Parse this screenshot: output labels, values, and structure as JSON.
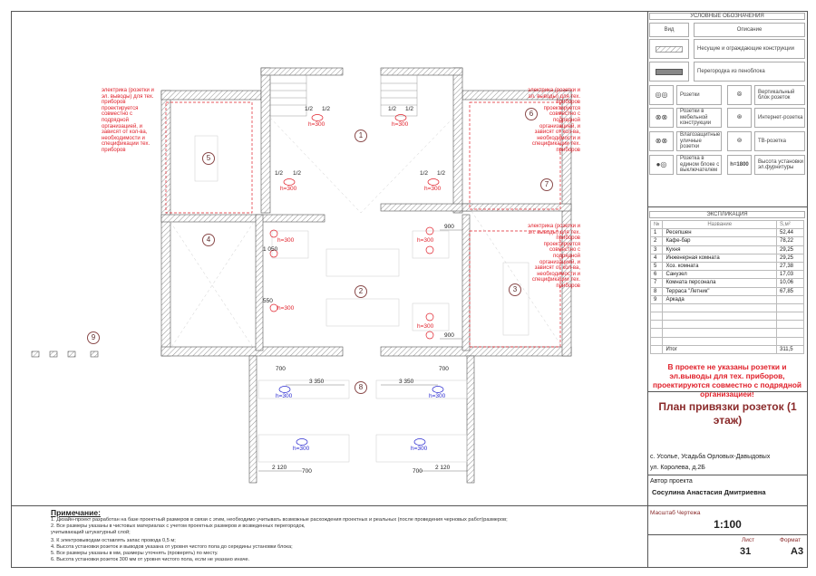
{
  "legend": {
    "title": "УСЛОВНЫЕ ОБОЗНАЧЕНИЯ",
    "col_view": "Вид",
    "col_desc": "Описание",
    "rows": [
      "Несущие и ограждающие конструкции",
      "Перегородка из пеноблока"
    ],
    "symbols": [
      {
        "label": "Розетки",
        "icon": "socket-icon",
        "color": "#e0202a"
      },
      {
        "label": "Вертикальный блок розеток",
        "icon": "vertical-socket-block-icon",
        "color": "#e0202a"
      },
      {
        "label": "Розетки в мебельной конструкции",
        "icon": "furniture-socket-icon",
        "color": "#e0202a"
      },
      {
        "label": "Интернет-розетка",
        "icon": "internet-socket-icon",
        "color": "#e0202a"
      },
      {
        "label": "Влагозащитные уличные розетки",
        "icon": "outdoor-socket-icon",
        "color": "#2a2ad0"
      },
      {
        "label": "ТВ-розетка",
        "icon": "tv-socket-icon",
        "color": "#e0202a"
      },
      {
        "label": "Розетка в едином блоке с выключателем",
        "icon": "socket-switch-icon",
        "color": "#e0202a"
      },
      {
        "label": "Высота установки эл.фурнитуры",
        "sample": "h=1800"
      }
    ]
  },
  "explication": {
    "title": "ЭКСПЛИКАЦИЯ",
    "headers": [
      "№",
      "Название",
      "S,м²"
    ],
    "rows": [
      [
        "1",
        "Ресепшен",
        "52,44"
      ],
      [
        "2",
        "Кафе-бар",
        "78,22"
      ],
      [
        "3",
        "Кухня",
        "29,25"
      ],
      [
        "4",
        "Инженерная комната",
        "29,25"
      ],
      [
        "5",
        "Хоз. комната",
        "27,38"
      ],
      [
        "6",
        "Санузел",
        "17,03"
      ],
      [
        "7",
        "Комната персонала",
        "10,06"
      ],
      [
        "8",
        "Терраса \"Летник\"",
        "67,85"
      ],
      [
        "9",
        "Аркада",
        ""
      ]
    ],
    "total_label": "Итог",
    "total_value": "311,5"
  },
  "warning": "В проекте не указаны розетки и эл.выводы для тех. приборов, проектируются совместно с подрядной организацией!",
  "title_block": {
    "title": "План привязки розеток (1 этаж)",
    "address1": "с. Усолье, Усадьба Орловых-Давыдовых",
    "address2": "ул. Королева, д.2Б",
    "author_label": "Автор проекта",
    "author": "Сосулина Анастасия Дмитриевна",
    "scale_label": "Масштаб Чертежа",
    "scale": "1:100",
    "sheet_label": "Лист",
    "sheet": "31",
    "format_label": "Формат",
    "format": "А3"
  },
  "notes": {
    "title": "Примечание:",
    "lines": [
      "1. Дизайн-проект разработан на базе проектный размеров в связи с этим, необходимо учитывать возможные расхождения проектных и реальных (после проведения черновых работ)размеров;",
      "2. Все размеры указаны в чистовых материалах с учетом проектных размеров и возведенных перегородок,",
      "учитывающий штукатурный слой;",
      "3. К электровыводам оставлять запас провода 0,5 м;",
      "4. Высота установки розеток и выводов указана от уровня чистого пола до середины установки блока;",
      "5. Все размеры указаны в мм, размеры уточнять (проверять) по месту.",
      "6. Высота установки розеток 300 мм от уровня чистого пола, если не указано иначе."
    ]
  },
  "plan": {
    "annotation": "электрика (розетки и эл. выводы) для тех. приборов проектируется совместно с подрядной организацией, и зависят от кол-ва, необходимости и спецификации тех. приборов",
    "rooms": [
      "1",
      "2",
      "3",
      "4",
      "5",
      "6",
      "7",
      "8",
      "9"
    ],
    "heights": {
      "h300": "h=300"
    },
    "fractions": {
      "half": "1/2"
    },
    "dims": {
      "d3350": "3 350",
      "d2120": "2 120",
      "d900": "900",
      "d700": "700",
      "d1050": "1 050",
      "d550": "550"
    }
  }
}
